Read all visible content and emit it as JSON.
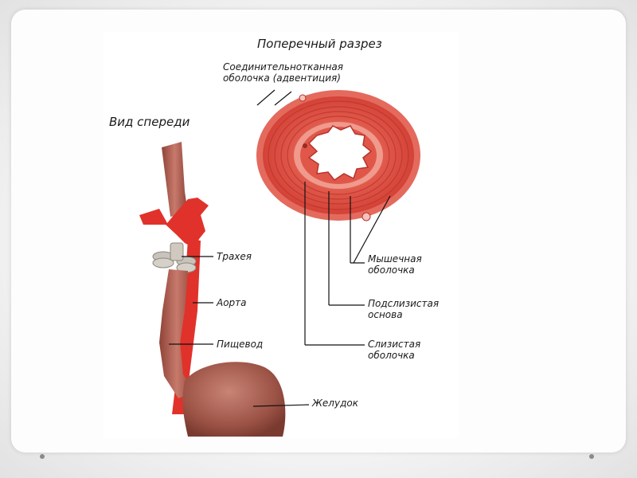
{
  "diagram": {
    "cross_section_title": "Поперечный разрез",
    "front_view_title": "Вид спереди",
    "labels": {
      "adventitia_line1": "Соединительнотканная",
      "adventitia_line2": "оболочка (адвентиция)",
      "muscular_line1": "Мышечная",
      "muscular_line2": "оболочка",
      "submucosa_line1": "Подслизистая",
      "submucosa_line2": "основа",
      "mucosa_line1": "Слизистая",
      "mucosa_line2": "оболочка",
      "trachea": "Трахея",
      "aorta": "Аорта",
      "esophagus": "Пищевод",
      "stomach": "Желудок"
    }
  },
  "colors": {
    "tissue_red": "#d9473f",
    "muscle_brown": "#b5645a",
    "aorta_red": "#e0322b",
    "trachea_grey": "#c9c4bb",
    "leader_line": "#111111"
  }
}
